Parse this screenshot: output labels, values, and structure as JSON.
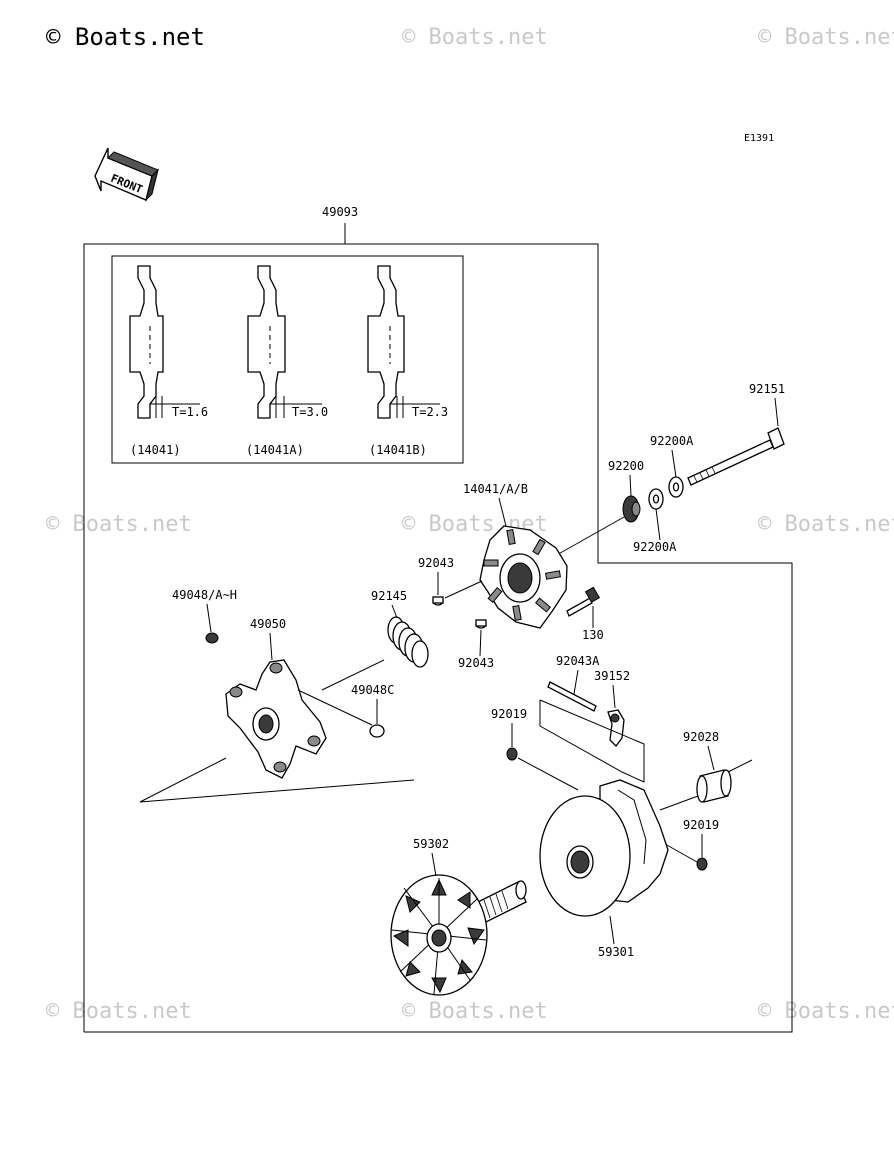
{
  "brand": "© Boats.net",
  "watermark": "© Boats.net",
  "diagram_code": "E1391",
  "front_label": "FRONT",
  "assembly_label": "49093",
  "inset": {
    "thickness_labels": [
      "T=1.6",
      "T=3.0",
      "T=2.3"
    ],
    "part_labels": [
      "(14041)",
      "(14041A)",
      "(14041B)"
    ]
  },
  "parts": {
    "p92151": "92151",
    "p92200A_top": "92200A",
    "p92200": "92200",
    "p92200A_bottom": "92200A",
    "p14041AB": "14041/A/B",
    "p92043_top": "92043",
    "p92043_bottom": "92043",
    "p130": "130",
    "p49048AH": "49048/A~H",
    "p49050": "49050",
    "p92145": "92145",
    "p49048C": "49048C",
    "p92043A": "92043A",
    "p39152": "39152",
    "p92019_left": "92019",
    "p92028": "92028",
    "p92019_right": "92019",
    "p59302": "59302",
    "p59301": "59301"
  }
}
